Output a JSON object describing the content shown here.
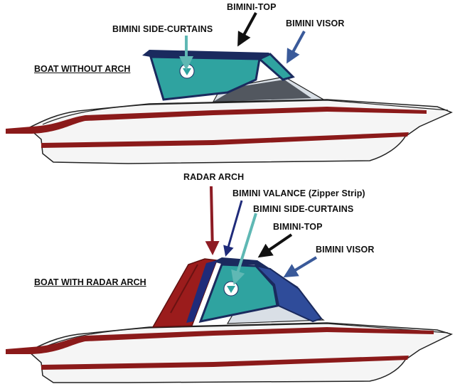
{
  "sections": {
    "top_title": "BOAT WITHOUT ARCH",
    "bottom_title": "BOAT WITH RADAR ARCH"
  },
  "labels": {
    "top_bimini_top": "BIMINI-TOP",
    "top_side_curtains": "BIMINI SIDE-CURTAINS",
    "top_visor": "BIMINI VISOR",
    "bottom_radar_arch": "RADAR ARCH",
    "bottom_valance": "BIMINI VALANCE (Zipper Strip)",
    "bottom_side_curtains": "BIMINI SIDE-CURTAINS",
    "bottom_bimini_top": "BIMINI-TOP",
    "bottom_visor": "BIMINI VISOR"
  },
  "colors": {
    "hull_stripe": "#8b1a1a",
    "canvas_navy": "#1a2a5e",
    "curtain_teal": "#2fa3a0",
    "arch_red": "#9b1c1c",
    "arrow_black": "#111111",
    "arrow_blue": "#3a5a9a",
    "arrow_navy": "#1f2b7a",
    "arrow_red": "#8e1c24",
    "arrow_teal": "#5fb8b4"
  }
}
